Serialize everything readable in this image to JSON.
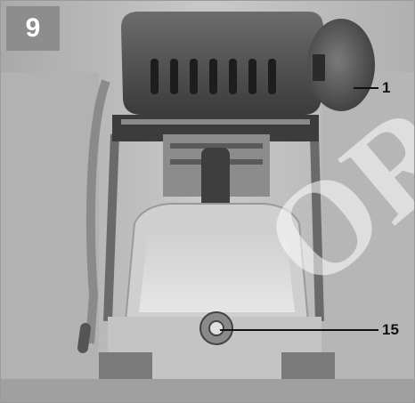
{
  "figure": {
    "number": "9",
    "callouts": [
      {
        "label": "1"
      },
      {
        "label": "15"
      }
    ],
    "watermark": "OR"
  },
  "colors": {
    "badge": "#8d8d8d",
    "background": "#bdbdbd",
    "metal_dark": "#3a3a3a",
    "metal_light": "#d9d9d9"
  }
}
